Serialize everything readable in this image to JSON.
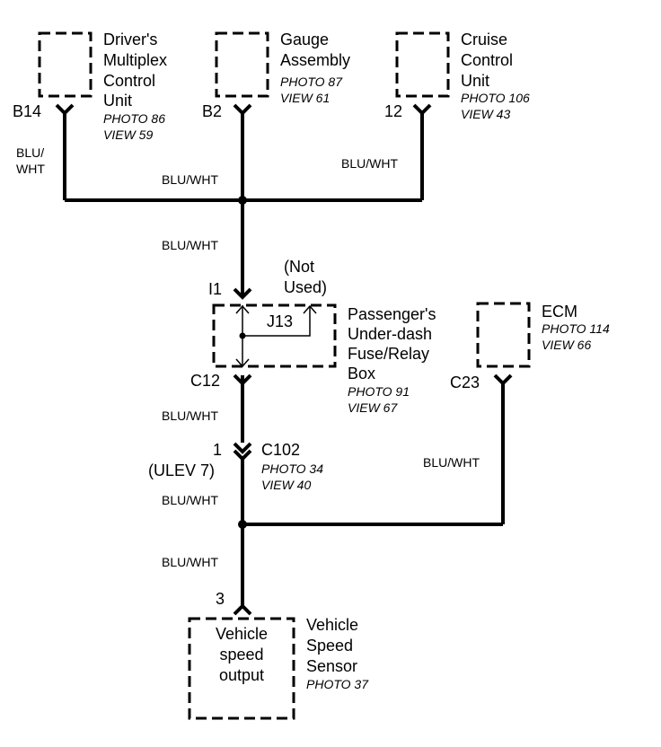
{
  "components": {
    "dmcu": {
      "l1": "Driver's",
      "l2": "Multiplex",
      "l3": "Control",
      "l4": "Unit",
      "photo": "PHOTO 86",
      "view": "VIEW 59",
      "pin": "B14"
    },
    "gauge": {
      "l1": "Gauge",
      "l2": "Assembly",
      "photo": "PHOTO 87",
      "view": "VIEW 61",
      "pin": "B2"
    },
    "cruise": {
      "l1": "Cruise",
      "l2": "Control",
      "l3": "Unit",
      "photo": "PHOTO 106",
      "view": "VIEW 43",
      "pin": "12"
    },
    "fusebox": {
      "l1": "Passenger's",
      "l2": "Under-dash",
      "l3": "Fuse/Relay",
      "l4": "Box",
      "photo": "PHOTO 91",
      "view": "VIEW 67",
      "pin_top": "I1",
      "pin_bottom": "C12",
      "junction": "J13",
      "not_used_1": "(Not",
      "not_used_2": "Used)"
    },
    "ecm": {
      "l1": "ECM",
      "photo": "PHOTO 114",
      "view": "VIEW 66",
      "pin": "C23"
    },
    "c102": {
      "name": "C102",
      "pin": "1",
      "note": "(ULEV 7)",
      "photo": "PHOTO 34",
      "view": "VIEW 40"
    },
    "vss": {
      "inner1": "Vehicle",
      "inner2": "speed",
      "inner3": "output",
      "l1": "Vehicle",
      "l2": "Speed",
      "l3": "Sensor",
      "photo": "PHOTO 37",
      "pin": "3"
    }
  },
  "wires": {
    "dmcu_1": "BLU/",
    "dmcu_2": "WHT",
    "gauge": "BLU/WHT",
    "cruise": "BLU/WHT",
    "to_fusebox": "BLU/WHT",
    "fusebox_to_c102": "BLU/WHT",
    "ecm": "BLU/WHT",
    "c102_down": "BLU/WHT",
    "to_vss": "BLU/WHT"
  }
}
